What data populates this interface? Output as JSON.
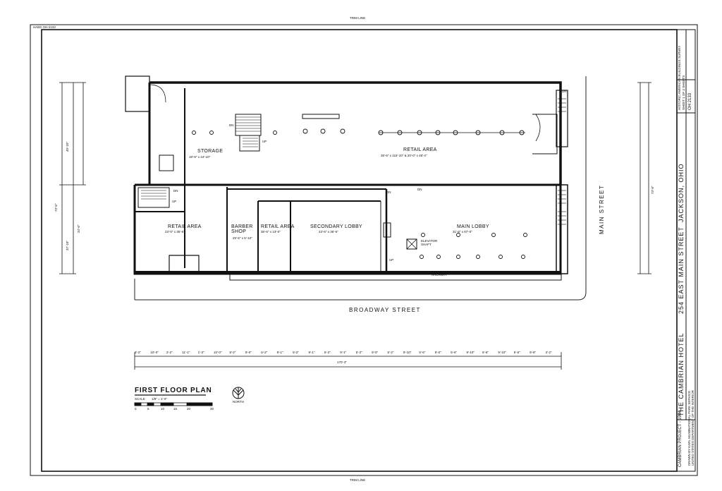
{
  "sheet": {
    "trim_top": "TRIM LINE",
    "trim_bottom": "TRIM LINE",
    "corner_code": "HABS OH-2133"
  },
  "plan": {
    "title": "FIRST FLOOR PLAN",
    "scale_label": "SCALE",
    "scale_value": "1/8\" = 1'-0\"",
    "scale_ticks": [
      "0",
      "5",
      "10",
      "15",
      "20",
      "30"
    ],
    "north_label": "NORTH",
    "overall_dim": "170'-3\"",
    "bottom_dims": [
      "3'-2\"",
      "10'-0\"",
      "2'-2\"",
      "11'-1\"",
      "1'-3\"",
      "10'-0\"",
      "5'-2\"",
      "9'-0\"",
      "5'-2\"",
      "9'-1\"",
      "5'-2\"",
      "9'-1\"",
      "5'-2\"",
      "9'-1\"",
      "5'-2\"",
      "9'-0\"",
      "5'-2\"",
      "9'-10\"",
      "5'-6\"",
      "9'-0\"",
      "5'-6\"",
      "9'-10\"",
      "5'-6\"",
      "9'-10\"",
      "5'-6\"",
      "9'-8\"",
      "3'-2\""
    ],
    "left_dims": [
      "73'-6\"",
      "37'-10\"",
      "40'-10\"",
      "34'-6\""
    ],
    "right_dims": [
      "73'-8\""
    ]
  },
  "rooms": {
    "storage": {
      "name": "STORAGE",
      "size": "18'-6\" x 44'-10\""
    },
    "retail_top": {
      "name": "RETAIL AREA",
      "size": "35'-6\" x 115'-10\" & 20'-0\" x 48'-4\""
    },
    "retail_left": {
      "name": "RETAIL AREA",
      "size": "23'-0\" x 35'-6\""
    },
    "barber": {
      "name": "BARBER SHOP",
      "size": "25'-6\" x 5'-10\""
    },
    "retail_mid": {
      "name": "RETAIL AREA",
      "size": "35'-6\" x 13'-0\""
    },
    "secondary_lobby": {
      "name": "SECONDARY LOBBY",
      "size": "23'-6\" x 36'-6\""
    },
    "main_lobby": {
      "name": "MAIN LOBBY",
      "size": "31'-8\" x 67'-0\""
    },
    "elevator": "ELEVATOR SHAFT"
  },
  "markers": {
    "dn": "DN",
    "up": "UP",
    "areaway": "AREAWAY"
  },
  "streets": {
    "broadway": "BROADWAY STREET",
    "main": "MAIN STREET"
  },
  "title_block": {
    "project": "CAMBRIAN PROJECT - 1984",
    "building": "THE CAMBRIAN HOTEL",
    "address": "254 EAST MAIN STREET",
    "city": "JACKSON, OHIO",
    "agency": "HISTORIC AMERICAN BUILDINGS SURVEY",
    "sheet_label": "SHEET 1 OF 4 SHEETS",
    "survey_no": "OH 2133",
    "drawn_by": "DRAWN BY KARL MUSE",
    "nps": "NATIONAL PARK SERVICE",
    "dept": "UNITED STATES DEPARTMENT OF THE INTERIOR"
  }
}
